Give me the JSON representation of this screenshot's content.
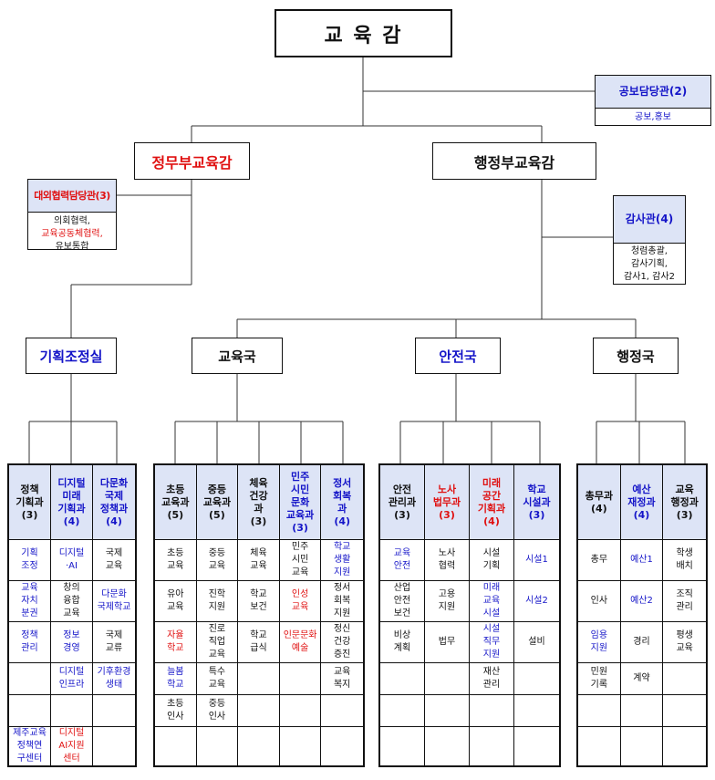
{
  "top": {
    "title": "교 육 감"
  },
  "spokesperson": {
    "title": "공보담당관(2)",
    "duties": "공보,홍보"
  },
  "vice_edu": {
    "title": "정무부교육감"
  },
  "vice_admin": {
    "title": "행정부교육감"
  },
  "external": {
    "title": "대외협력담당관(3)",
    "duties": [
      "의회협력,",
      "교육공동체협력,",
      "유보통합"
    ]
  },
  "audit": {
    "title": "감사관(4)",
    "duties": [
      "청렴총괄,",
      "감사기획,",
      "감사1,  감사2"
    ]
  },
  "bureaus": {
    "planning": "기획조정실",
    "education": "교육국",
    "safety": "안전국",
    "admin": "행정국"
  },
  "groups": [
    {
      "id": "planning",
      "columns": [
        {
          "head": [
            "정책",
            "기획과",
            "(3)"
          ],
          "color": "#111111",
          "cells": [
            {
              "t": [
                "기획",
                "조정"
              ],
              "c": "#1414c8"
            },
            {
              "t": [
                "교육",
                "자치",
                "분권"
              ],
              "c": "#1414c8"
            },
            {
              "t": [
                "정책",
                "관리"
              ],
              "c": "#1414c8"
            },
            {
              "t": [],
              "c": "#111111"
            },
            {
              "t": [],
              "c": "#111111"
            },
            {
              "t": [
                "제주교육",
                "정책연",
                "구센터"
              ],
              "c": "#1414c8"
            }
          ]
        },
        {
          "head": [
            "디지털",
            "미래",
            "기획과",
            "(4)"
          ],
          "color": "#1414c8",
          "cells": [
            {
              "t": [
                "디지털",
                "·AI"
              ],
              "c": "#1414c8"
            },
            {
              "t": [
                "창의",
                "융합",
                "교육"
              ],
              "c": "#111111"
            },
            {
              "t": [
                "정보",
                "경영"
              ],
              "c": "#1414c8"
            },
            {
              "t": [
                "디지털",
                "인프라"
              ],
              "c": "#1414c8"
            },
            {
              "t": [],
              "c": "#111111"
            },
            {
              "t": [
                "디지털",
                "AI지원",
                "센터"
              ],
              "c": "#e01010"
            }
          ]
        },
        {
          "head": [
            "다문화",
            "국제",
            "정책과",
            "(4)"
          ],
          "color": "#1414c8",
          "cells": [
            {
              "t": [
                "국제",
                "교육"
              ],
              "c": "#111111"
            },
            {
              "t": [
                "다문화",
                "국제학교"
              ],
              "c": "#1414c8"
            },
            {
              "t": [
                "국제",
                "교류"
              ],
              "c": "#111111"
            },
            {
              "t": [
                "기후환경",
                "생태"
              ],
              "c": "#1414c8"
            },
            {
              "t": [],
              "c": "#111111"
            },
            {
              "t": [],
              "c": "#111111"
            }
          ]
        }
      ]
    },
    {
      "id": "education",
      "columns": [
        {
          "head": [
            "초등",
            "교육과",
            "(5)"
          ],
          "color": "#111111",
          "cells": [
            {
              "t": [
                "초등",
                "교육"
              ],
              "c": "#111111"
            },
            {
              "t": [
                "유아",
                "교육"
              ],
              "c": "#111111"
            },
            {
              "t": [
                "자율",
                "학교"
              ],
              "c": "#e01010"
            },
            {
              "t": [
                "늘봄",
                "학교"
              ],
              "c": "#1414c8"
            },
            {
              "t": [
                "초등",
                "인사"
              ],
              "c": "#111111"
            },
            {
              "t": [],
              "c": "#111111"
            }
          ]
        },
        {
          "head": [
            "중등",
            "교육과",
            "(5)"
          ],
          "color": "#111111",
          "cells": [
            {
              "t": [
                "중등",
                "교육"
              ],
              "c": "#111111"
            },
            {
              "t": [
                "진학",
                "지원"
              ],
              "c": "#111111"
            },
            {
              "t": [
                "진로",
                "직업",
                "교육"
              ],
              "c": "#111111"
            },
            {
              "t": [
                "특수",
                "교육"
              ],
              "c": "#111111"
            },
            {
              "t": [
                "중등",
                "인사"
              ],
              "c": "#111111"
            },
            {
              "t": [],
              "c": "#111111"
            }
          ]
        },
        {
          "head": [
            "체육",
            "건강",
            "과",
            "(3)"
          ],
          "color": "#111111",
          "cells": [
            {
              "t": [
                "체육",
                "교육"
              ],
              "c": "#111111"
            },
            {
              "t": [
                "학교",
                "보건"
              ],
              "c": "#111111"
            },
            {
              "t": [
                "학교",
                "급식"
              ],
              "c": "#111111"
            },
            {
              "t": [],
              "c": "#111111"
            },
            {
              "t": [],
              "c": "#111111"
            },
            {
              "t": [],
              "c": "#111111"
            }
          ]
        },
        {
          "head": [
            "민주",
            "시민",
            "문화",
            "교육과",
            "(3)"
          ],
          "color": "#1414c8",
          "cells": [
            {
              "t": [
                "민주",
                "시민",
                "교육"
              ],
              "c": "#111111"
            },
            {
              "t": [
                "인성",
                "교육"
              ],
              "c": "#e01010"
            },
            {
              "t": [
                "인문문화",
                "예술"
              ],
              "c": "#e01010"
            },
            {
              "t": [],
              "c": "#111111"
            },
            {
              "t": [],
              "c": "#111111"
            },
            {
              "t": [],
              "c": "#111111"
            }
          ]
        },
        {
          "head": [
            "정서",
            "회복",
            "과",
            "(4)"
          ],
          "color": "#1414c8",
          "cells": [
            {
              "t": [
                "학교",
                "생활",
                "지원"
              ],
              "c": "#1414c8"
            },
            {
              "t": [
                "정서",
                "회복",
                "지원"
              ],
              "c": "#111111"
            },
            {
              "t": [
                "정신",
                "건강",
                "증진"
              ],
              "c": "#111111"
            },
            {
              "t": [
                "교육",
                "복지"
              ],
              "c": "#111111"
            },
            {
              "t": [],
              "c": "#111111"
            },
            {
              "t": [],
              "c": "#111111"
            }
          ]
        }
      ]
    },
    {
      "id": "safety",
      "columns": [
        {
          "head": [
            "안전",
            "관리과",
            "(3)"
          ],
          "color": "#111111",
          "cells": [
            {
              "t": [
                "교육",
                "안전"
              ],
              "c": "#1414c8"
            },
            {
              "t": [
                "산업",
                "안전",
                "보건"
              ],
              "c": "#111111"
            },
            {
              "t": [
                "비상",
                "계획"
              ],
              "c": "#111111"
            },
            {
              "t": [],
              "c": "#111111"
            },
            {
              "t": [],
              "c": "#111111"
            },
            {
              "t": [],
              "c": "#111111"
            }
          ]
        },
        {
          "head": [
            "노사",
            "법무과",
            "(3)"
          ],
          "color": "#e01010",
          "cells": [
            {
              "t": [
                "노사",
                "협력"
              ],
              "c": "#111111"
            },
            {
              "t": [
                "고용",
                "지원"
              ],
              "c": "#111111"
            },
            {
              "t": [
                "법무"
              ],
              "c": "#111111"
            },
            {
              "t": [],
              "c": "#111111"
            },
            {
              "t": [],
              "c": "#111111"
            },
            {
              "t": [],
              "c": "#111111"
            }
          ]
        },
        {
          "head": [
            "미래",
            "공간",
            "기획과",
            "(4)"
          ],
          "color": "#e01010",
          "cells": [
            {
              "t": [
                "시설",
                "기획"
              ],
              "c": "#111111"
            },
            {
              "t": [
                "미래",
                "교육",
                "시설"
              ],
              "c": "#1414c8"
            },
            {
              "t": [
                "시설",
                "직무",
                "지원"
              ],
              "c": "#1414c8"
            },
            {
              "t": [
                "재산",
                "관리"
              ],
              "c": "#111111"
            },
            {
              "t": [],
              "c": "#111111"
            },
            {
              "t": [],
              "c": "#111111"
            }
          ]
        },
        {
          "head": [
            "학교",
            "시설과",
            "(3)"
          ],
          "color": "#1414c8",
          "cells": [
            {
              "t": [
                "시설1"
              ],
              "c": "#1414c8"
            },
            {
              "t": [
                "시설2"
              ],
              "c": "#1414c8"
            },
            {
              "t": [
                "설비"
              ],
              "c": "#111111"
            },
            {
              "t": [],
              "c": "#111111"
            },
            {
              "t": [],
              "c": "#111111"
            },
            {
              "t": [],
              "c": "#111111"
            }
          ]
        }
      ]
    },
    {
      "id": "admin",
      "columns": [
        {
          "head": [
            "총무과",
            "(4)"
          ],
          "color": "#111111",
          "cells": [
            {
              "t": [
                "총무"
              ],
              "c": "#111111"
            },
            {
              "t": [
                "인사"
              ],
              "c": "#111111"
            },
            {
              "t": [
                "임용",
                "지원"
              ],
              "c": "#1414c8"
            },
            {
              "t": [
                "민원",
                "기록"
              ],
              "c": "#111111"
            },
            {
              "t": [],
              "c": "#111111"
            },
            {
              "t": [],
              "c": "#111111"
            }
          ]
        },
        {
          "head": [
            "예산",
            "재정과",
            "(4)"
          ],
          "color": "#1414c8",
          "cells": [
            {
              "t": [
                "예산1"
              ],
              "c": "#1414c8"
            },
            {
              "t": [
                "예산2"
              ],
              "c": "#1414c8"
            },
            {
              "t": [
                "경리"
              ],
              "c": "#111111"
            },
            {
              "t": [
                "계약"
              ],
              "c": "#111111"
            },
            {
              "t": [],
              "c": "#111111"
            },
            {
              "t": [],
              "c": "#111111"
            }
          ]
        },
        {
          "head": [
            "교육",
            "행정과",
            "(3)"
          ],
          "color": "#111111",
          "cells": [
            {
              "t": [
                "학생",
                "배치"
              ],
              "c": "#111111"
            },
            {
              "t": [
                "조직",
                "관리"
              ],
              "c": "#111111"
            },
            {
              "t": [
                "평생",
                "교육"
              ],
              "c": "#111111"
            },
            {
              "t": [],
              "c": "#111111"
            },
            {
              "t": [],
              "c": "#111111"
            },
            {
              "t": [],
              "c": "#111111"
            }
          ]
        }
      ]
    }
  ]
}
